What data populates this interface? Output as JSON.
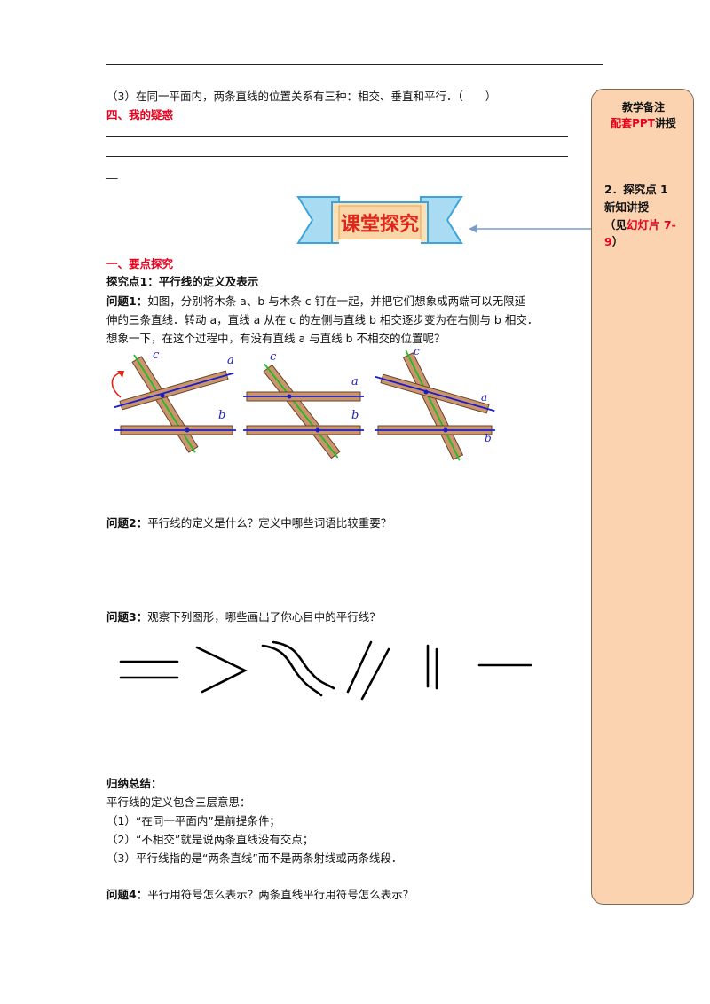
{
  "top_statement": "（3）在同一平面内，两条直线的位置关系有三种：相交、垂直和平行．（　　）",
  "section_doubts": "四、我的疑惑",
  "line_trailer": "__",
  "banner_text": "课堂探究",
  "section_key_points": "一、要点探究",
  "explore_point_1": "探究点1：平行线的定义及表示",
  "q1_label": "问题1：",
  "q1_line1": "如图，分别将木条 a、b 与木条 c 钉在一起，并把它们想象成两端可以无限延",
  "q1_line2": "伸的三条直线．转动 a，直线 a 从在 c 的左侧与直线 b 相交逐步变为在右侧与 b 相交．",
  "q1_line3": "想象一下，在这个过程中，有没有直线 a 与直线 b 不相交的位置呢？",
  "figure_labels": {
    "a": "a",
    "b": "b",
    "c": "c"
  },
  "q2_label": "问题2：",
  "q2_text": "平行线的定义是什么？定义中哪些词语比较重要？",
  "q3_label": "问题3：",
  "q3_text": "观察下列图形，哪些画出了你心目中的平行线？",
  "summary_title": "归纳总结：",
  "summary_intro": "平行线的定义包含三层意思：",
  "summary_1": "（1）“在同一平面内”是前提条件；",
  "summary_2": "（2）“不相交”就是说两条直线没有交点；",
  "summary_3": "（3）平行线指的是“两条直线”而不是两条射线或两条线段．",
  "q4_label": "问题4：",
  "q4_text": "平行用符号怎么表示？两条直线平行用符号怎么表示？",
  "sidebar": {
    "title": "教学备注",
    "sub_red": "配套PPT",
    "sub_black": "讲授",
    "note_line1": "2．探究点 1",
    "note_line2": "新知讲授",
    "note_line3_a": "（见",
    "note_line3_b": "幻灯片 7-",
    "note_line4_a": "9",
    "note_line4_b": "）"
  },
  "colors": {
    "red": "#e8001c",
    "sidebar_bg": "#fbd3b0",
    "stick": "#c8956e",
    "line_blue": "#1c1cc8",
    "line_green": "#22bb22"
  }
}
